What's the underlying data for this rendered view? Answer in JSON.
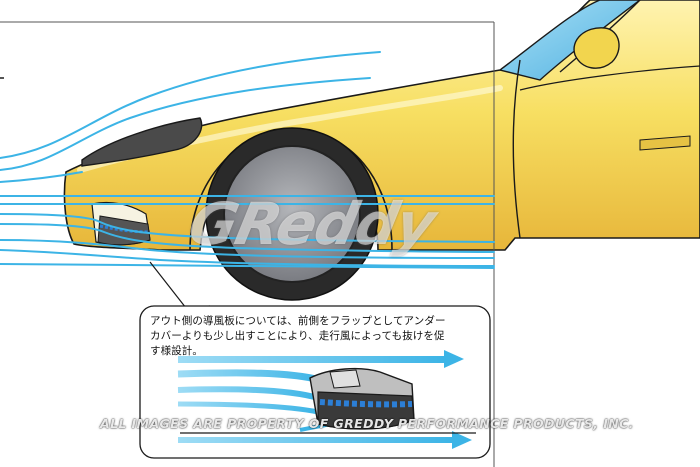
{
  "callout": {
    "line1": "アウト側の導風板については、前側をフラップとしてアンダー",
    "line2": "カバーよりも少し出すことにより、走行風によっても抜けを促",
    "line3": "す様設計。"
  },
  "watermark": "ALL IMAGES ARE PROPERTY OF GREDDY PERFORMANCE PRODUCTS, INC.",
  "brand_logo": "GReddy",
  "colors": {
    "car_body": "#f5dc5a",
    "airflow": "#3cb4e6",
    "outline": "#1a1a1a",
    "tire": "#2a2a2a",
    "wheel": "#8e9096",
    "windshield": "#7cc9e8",
    "duct_blue": "#2c7fd6"
  }
}
